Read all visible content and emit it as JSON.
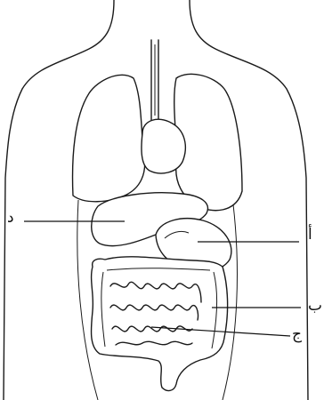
{
  "labels": {
    "d": "د",
    "a": "أ",
    "b": "ب",
    "j": "ج"
  },
  "colors": {
    "line": "#1a1a1a",
    "background": "#ffffff"
  }
}
